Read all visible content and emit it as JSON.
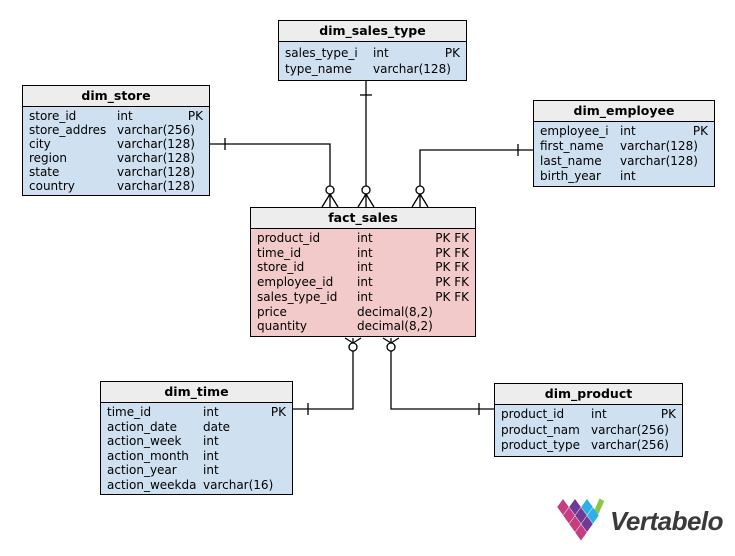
{
  "colors": {
    "line": "#000000",
    "header-bg": "#ededed",
    "dim-bg": "#cfe1f1",
    "fact-bg": "#f2caca",
    "logo-pink": "#c63d80",
    "logo-purple": "#6e3a96",
    "logo-cyan": "#2fb0e4",
    "logo-green": "#8cc63e",
    "logo-text": "#3a3a3a"
  },
  "diagram": {
    "tables": [
      {
        "title": "dim_sales_type",
        "variant": "dimension",
        "columns": [
          {
            "name": "sales_type_i",
            "type": "int",
            "keys": "PK"
          },
          {
            "name": "type_name",
            "type": "varchar(128)",
            "keys": ""
          }
        ]
      },
      {
        "title": "dim_store",
        "variant": "dimension",
        "columns": [
          {
            "name": "store_id",
            "type": "int",
            "keys": "PK"
          },
          {
            "name": "store_addres",
            "type": "varchar(256)",
            "keys": ""
          },
          {
            "name": "city",
            "type": "varchar(128)",
            "keys": ""
          },
          {
            "name": "region",
            "type": "varchar(128)",
            "keys": ""
          },
          {
            "name": "state",
            "type": "varchar(128)",
            "keys": ""
          },
          {
            "name": "country",
            "type": "varchar(128)",
            "keys": ""
          }
        ]
      },
      {
        "title": "dim_employee",
        "variant": "dimension",
        "columns": [
          {
            "name": "employee_i",
            "type": "int",
            "keys": "PK"
          },
          {
            "name": "first_name",
            "type": "varchar(128)",
            "keys": ""
          },
          {
            "name": "last_name",
            "type": "varchar(128)",
            "keys": ""
          },
          {
            "name": "birth_year",
            "type": "int",
            "keys": ""
          }
        ]
      },
      {
        "title": "fact_sales",
        "variant": "fact",
        "columns": [
          {
            "name": "product_id",
            "type": "int",
            "keys": "PK FK"
          },
          {
            "name": "time_id",
            "type": "int",
            "keys": "PK FK"
          },
          {
            "name": "store_id",
            "type": "int",
            "keys": "PK FK"
          },
          {
            "name": "employee_id",
            "type": "int",
            "keys": "PK FK"
          },
          {
            "name": "sales_type_id",
            "type": "int",
            "keys": "PK FK"
          },
          {
            "name": "price",
            "type": "decimal(8,2)",
            "keys": ""
          },
          {
            "name": "quantity",
            "type": "decimal(8,2)",
            "keys": ""
          }
        ]
      },
      {
        "title": "dim_time",
        "variant": "dimension",
        "columns": [
          {
            "name": "time_id",
            "type": "int",
            "keys": "PK"
          },
          {
            "name": "action_date",
            "type": "date",
            "keys": ""
          },
          {
            "name": "action_week",
            "type": "int",
            "keys": ""
          },
          {
            "name": "action_month",
            "type": "int",
            "keys": ""
          },
          {
            "name": "action_year",
            "type": "int",
            "keys": ""
          },
          {
            "name": "action_weekda",
            "type": "varchar(16)",
            "keys": ""
          }
        ]
      },
      {
        "title": "dim_product",
        "variant": "dimension",
        "columns": [
          {
            "name": "product_id",
            "type": "int",
            "keys": "PK"
          },
          {
            "name": "product_nam",
            "type": "varchar(256)",
            "keys": ""
          },
          {
            "name": "product_type",
            "type": "varchar(256)",
            "keys": ""
          }
        ]
      }
    ],
    "relationships": [
      {
        "one_side": "dim_store",
        "many_side": "fact_sales",
        "notation": "one to zero-or-many"
      },
      {
        "one_side": "dim_sales_type",
        "many_side": "fact_sales",
        "notation": "one to zero-or-many"
      },
      {
        "one_side": "dim_employee",
        "many_side": "fact_sales",
        "notation": "one to zero-or-many"
      },
      {
        "one_side": "dim_time",
        "many_side": "fact_sales",
        "notation": "one to zero-or-many"
      },
      {
        "one_side": "dim_product",
        "many_side": "fact_sales",
        "notation": "one to zero-or-many"
      }
    ]
  },
  "logo": {
    "text": "Vertabelo"
  }
}
